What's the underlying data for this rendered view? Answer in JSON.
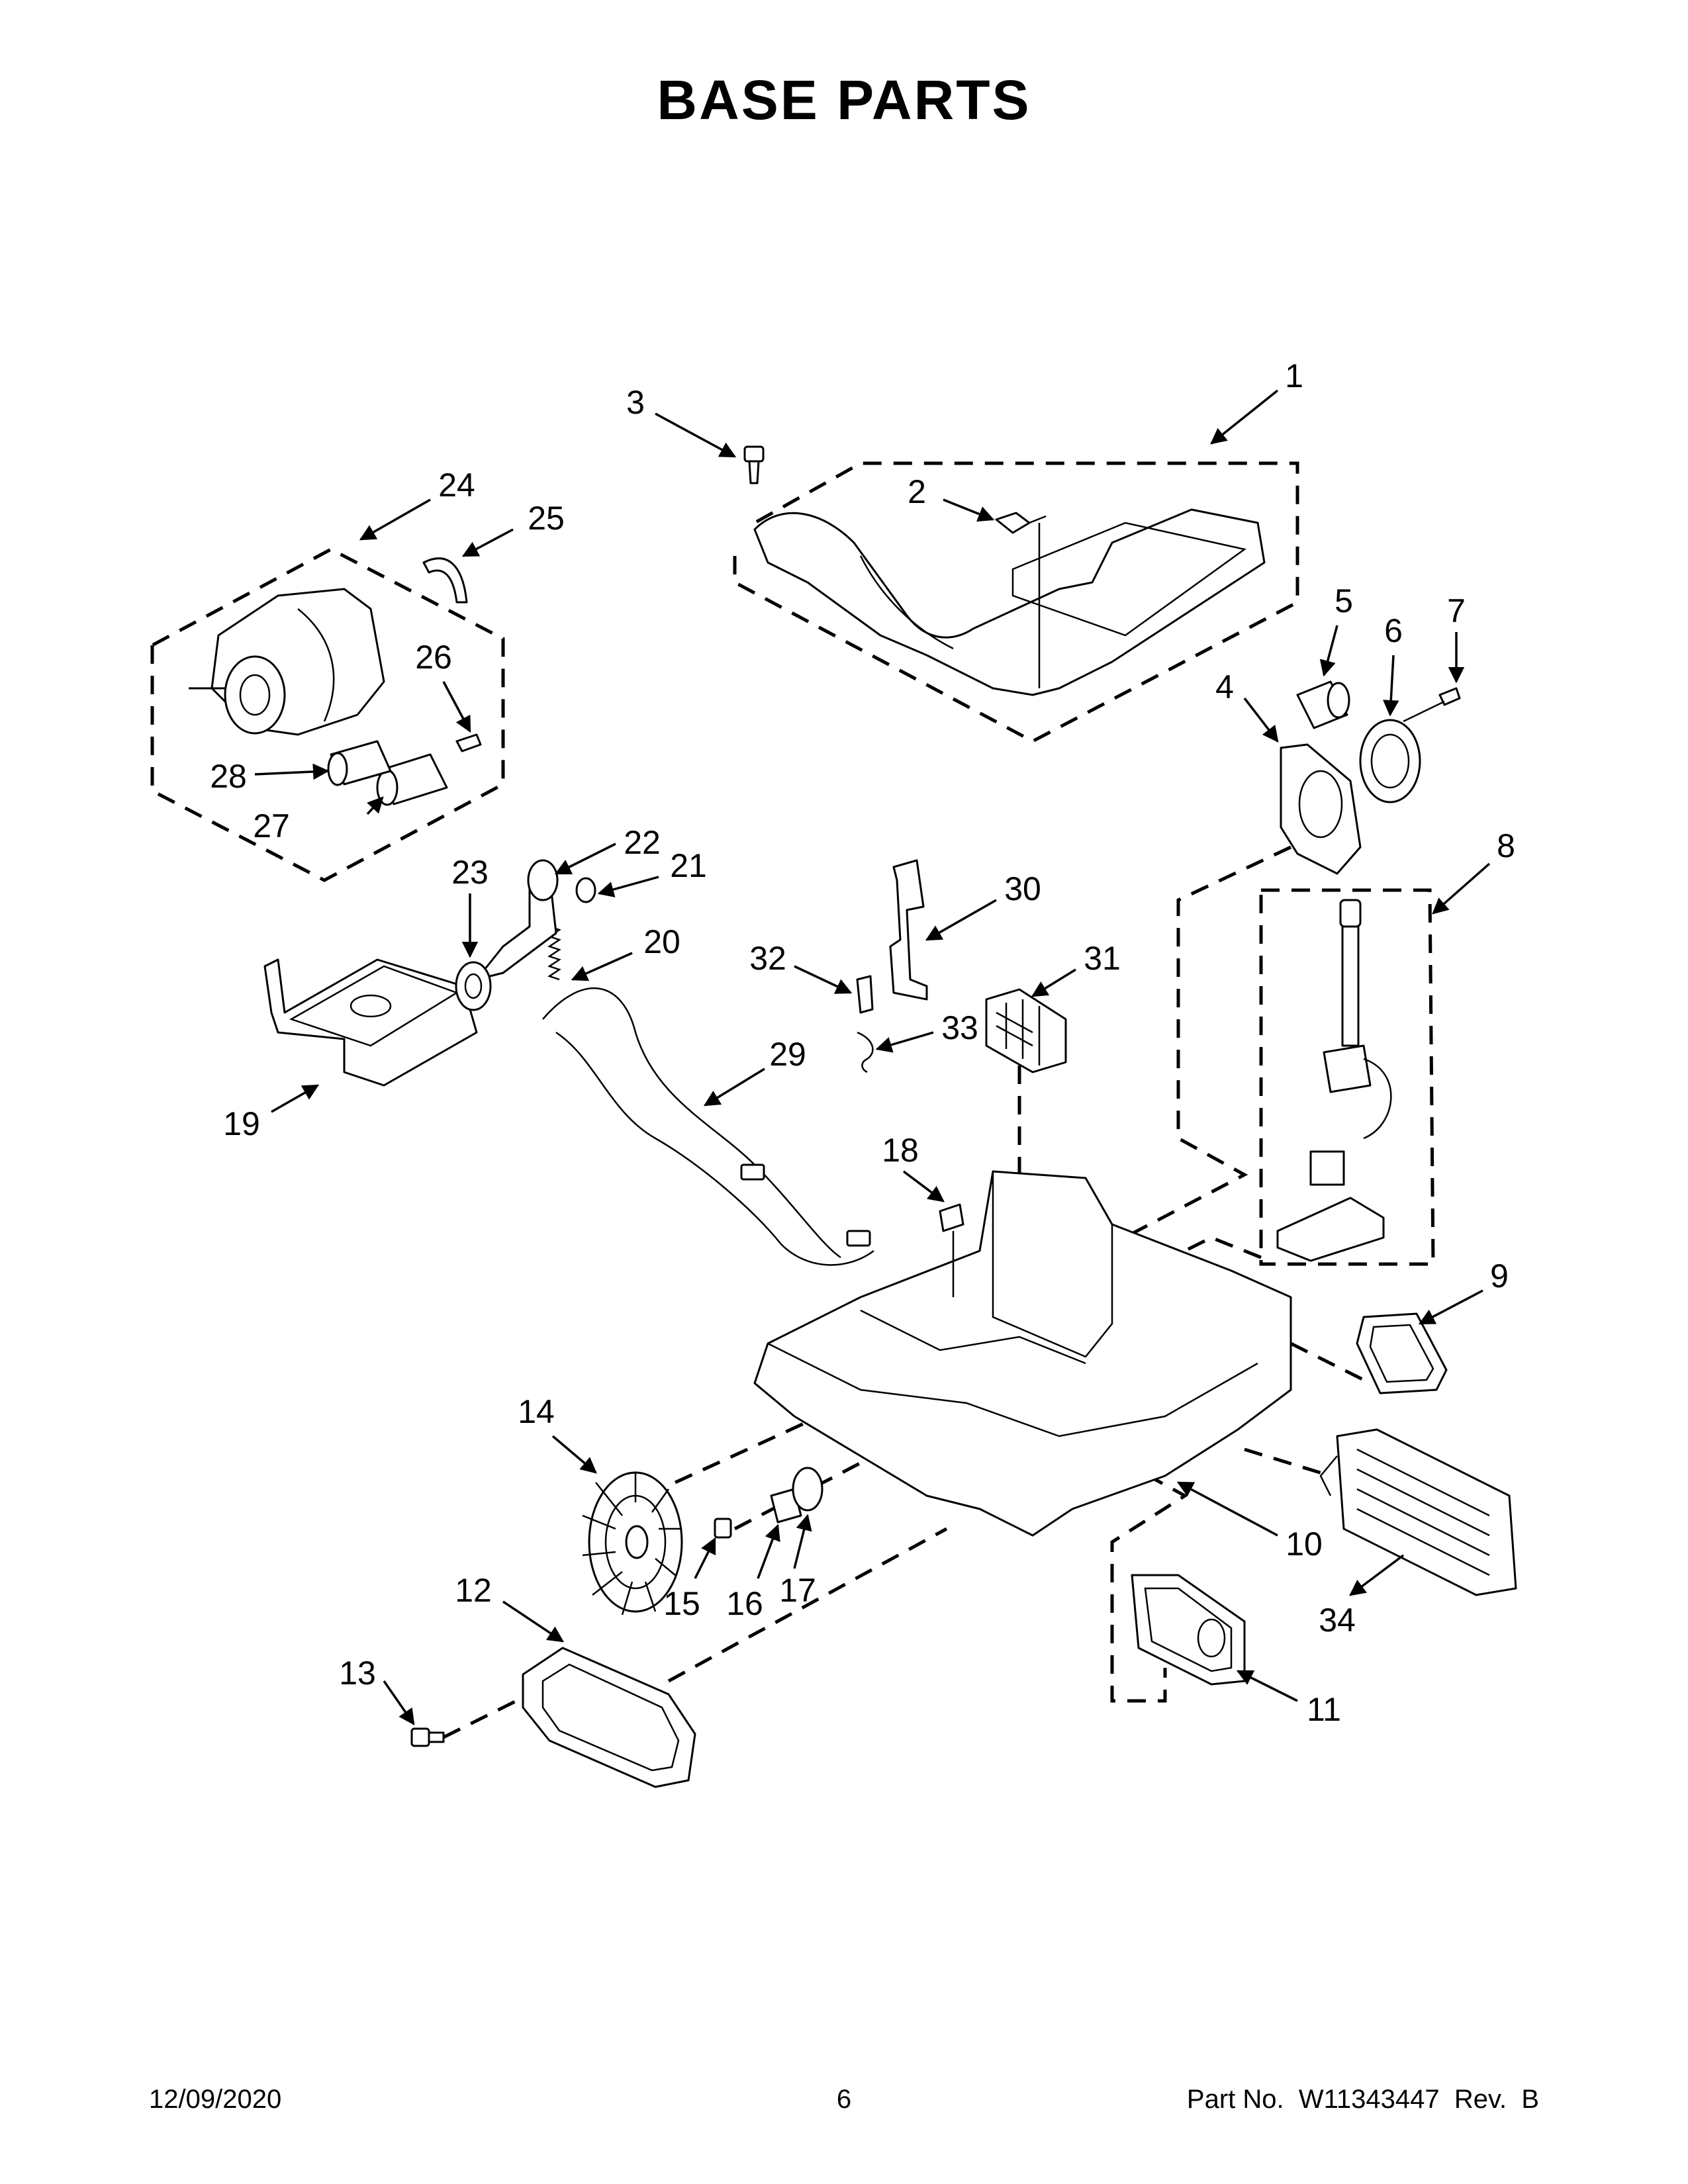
{
  "page": {
    "title": "BASE PARTS",
    "date": "12/09/2020",
    "page_number": "6",
    "part_no": "Part No.  W11343447  Rev.  B"
  },
  "callouts": {
    "c1": "1",
    "c2": "2",
    "c3": "3",
    "c4": "4",
    "c5": "5",
    "c6": "6",
    "c7": "7",
    "c8": "8",
    "c9": "9",
    "c10": "10",
    "c11": "11",
    "c12": "12",
    "c13": "13",
    "c14": "14",
    "c15": "15",
    "c16": "16",
    "c17": "17",
    "c18": "18",
    "c19": "19",
    "c20": "20",
    "c21": "21",
    "c22": "22",
    "c23": "23",
    "c24": "24",
    "c25": "25",
    "c26": "26",
    "c27": "27",
    "c28": "28",
    "c29": "29",
    "c30": "30",
    "c31": "31",
    "c32": "32",
    "c33": "33",
    "c34": "34"
  }
}
